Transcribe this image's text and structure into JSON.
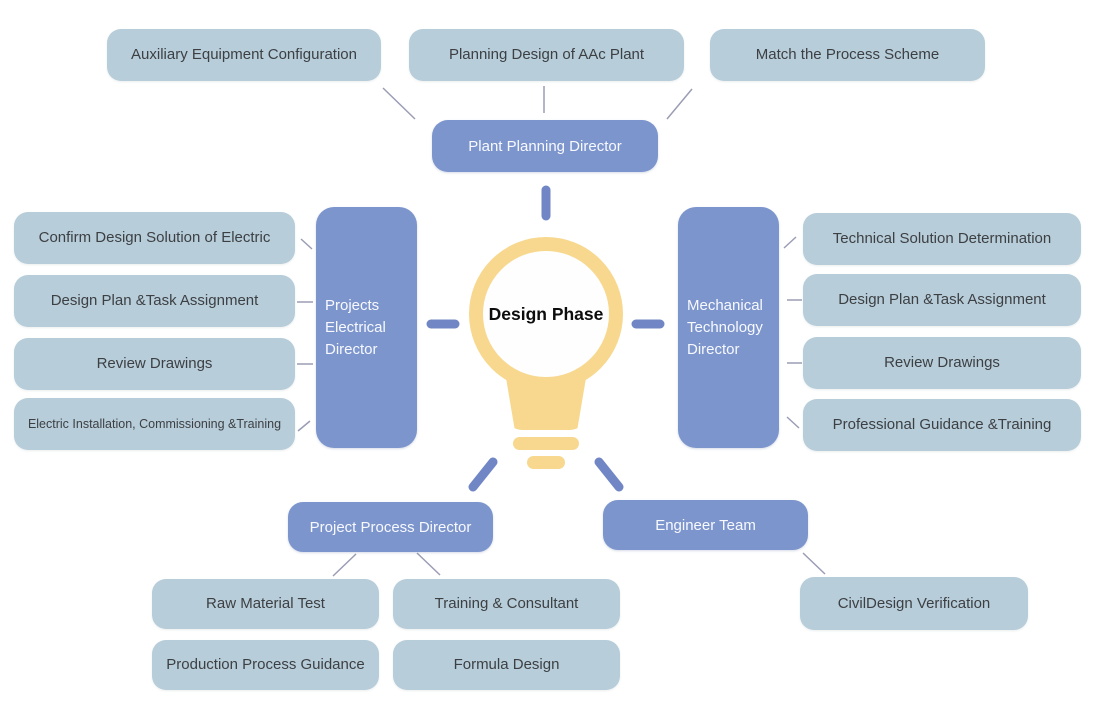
{
  "diagram": {
    "center_label": "Design Phase",
    "branches": {
      "top": {
        "director": "Plant Planning Director",
        "tasks": [
          "Auxiliary Equipment Configuration",
          "Planning Design of AAc Plant",
          "Match the Process Scheme"
        ]
      },
      "left": {
        "director": "Projects Electrical Director",
        "tasks": [
          "Confirm Design Solution of Electric",
          "Design Plan &Task Assignment",
          "Review Drawings",
          "Electric Installation, Commissioning &Training"
        ]
      },
      "right": {
        "director": "Mechanical Technology Director",
        "tasks": [
          "Technical Solution Determination",
          "Design Plan &Task Assignment",
          "Review Drawings",
          "Professional Guidance &Training"
        ]
      },
      "bottom_left": {
        "director": "Project Process Director",
        "tasks": [
          "Raw Material Test",
          "Training & Consultant",
          "Production Process Guidance",
          "Formula Design"
        ]
      },
      "bottom_right": {
        "director": "Engineer Team",
        "tasks": [
          "CivilDesign Verification"
        ]
      }
    },
    "colors": {
      "director_box": "#7d95cd",
      "task_box": "#b7cdda",
      "connector_thick": "#7187c5",
      "connector_thin": "#9a9db4",
      "bulb": "#f7d88e",
      "center_text": "#0d0d0d",
      "task_text": "#3d4043",
      "director_text": "#f7f9fd"
    },
    "icons": {
      "center": "lightbulb-icon"
    }
  }
}
